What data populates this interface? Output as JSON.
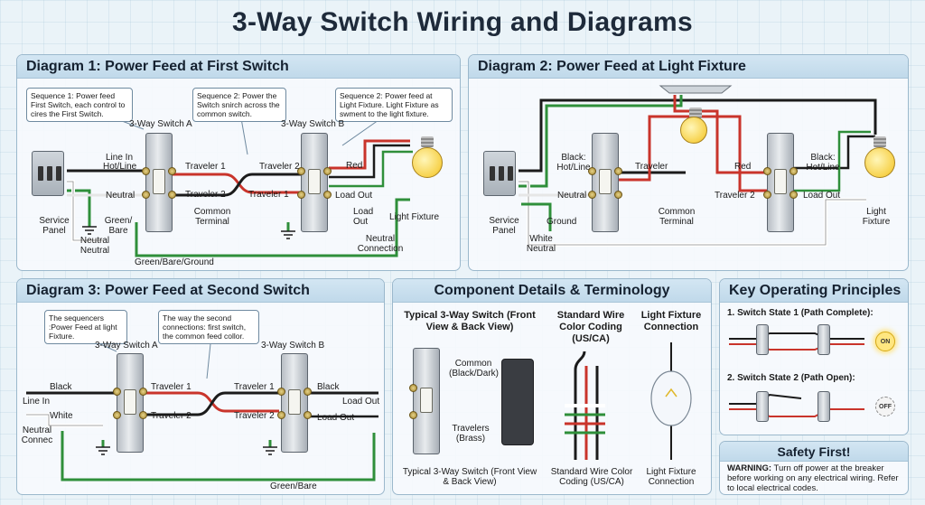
{
  "title": "3-Way Switch Wiring and Diagrams",
  "colors": {
    "hot": "#1b1b1b",
    "traveler": "#c9342b",
    "neutral": "#f2f2f2",
    "ground": "#2f8f3a",
    "bulb": "#f7d24c"
  },
  "diagram1": {
    "heading": "Diagram 1: Power Feed at First Switch",
    "callouts": [
      "Sequence 1: Power feed First Switch, each control to cires the First Switch.",
      "Sequence 2: Power the Switch snirch across the common switch.",
      "Sequence 2: Power feed at Light Fixture. Light Fixture as swment to the light fixture."
    ],
    "labels": {
      "switch_a": "3-Way Switch A",
      "switch_b": "3-Way Switch B",
      "line_in": "Line In",
      "hot_line": "Hot/Line",
      "neutral": "Neutral",
      "service_panel": "Service Panel",
      "green_bare": "Green/ Bare",
      "neutral2": "Neutral Neutral",
      "traveler1_top": "Traveler 1",
      "traveler2_top": "Traveler 2",
      "traveler2_bot": "Traveler 2",
      "traveler1_bot": "Traveler 1",
      "common_terminal": "Common Terminal",
      "red": "Red",
      "load_out": "Load Out",
      "load_out2": "Load Out",
      "light_fixture": "Light Fixture",
      "neutral_conn": "Neutral Connection",
      "ground": "Green/Bare/Ground"
    }
  },
  "diagram2": {
    "heading": "Diagram 2: Power Feed at Light Fixture",
    "labels": {
      "black_hot_left": "Black: Hot/Line",
      "traveler": "Traveler",
      "neutral": "Neutral",
      "service_panel": "Service Panel",
      "ground": "Ground",
      "white_neutral": "White Neutral",
      "common_terminal": "Common Terminal",
      "red": "Red",
      "traveler2": "Traveler 2",
      "black_hot_right": "Black: Hot/Line",
      "load_out": "Load Out",
      "light_fixture": "Light Fixture"
    }
  },
  "diagram3": {
    "heading": "Diagram 3: Power Feed at Second Switch",
    "callouts": [
      "The sequencers :Power Feed at light Fixture.",
      "The way the second connections: first switch, the common feed collor."
    ],
    "labels": {
      "switch_a": "3-Way Switch A",
      "switch_b": "3-Way Switch B",
      "black_left": "Black",
      "line_in": "Line In",
      "white": "White",
      "neutral_connec": "Neutral Connec",
      "traveler1_a": "Traveler 1",
      "traveler2_a": "Traveler 2",
      "traveler1_b": "Traveler 1",
      "traveler2_b": "Traveler 2",
      "black_right": "Black",
      "load_out_a": "Load Out",
      "load_out_b": "Load Out",
      "green_bare": "Green/Bare"
    }
  },
  "components": {
    "heading": "Component Details & Terminology",
    "typical_top": "Typical 3-Way Switch (Front View & Back View)",
    "common": "Common (Black/Dark)",
    "travelers": "Travelers (Brass)",
    "typical_bottom": "Typical 3-Way Switch (Front View & Back View)",
    "wire_coding_top": "Standard Wire Color Coding (US/CA)",
    "wire_coding_bottom": "Standard Wire Color Coding (US/CA)",
    "fixture_top": "Light Fixture Connection",
    "fixture_bottom": "Light Fixture Connection"
  },
  "principles": {
    "heading": "Key Operating Principles",
    "state1": "1. Switch State 1 (Path Complete):",
    "state2": "2. Switch State 2 (Path Open):",
    "on": "ON",
    "off": "OFF"
  },
  "safety": {
    "heading": "Safety First!",
    "warning_label": "WARNING:",
    "warning_text": "Turn off power at the breaker before working on any electrical wiring. Refer to local electrical codes."
  }
}
